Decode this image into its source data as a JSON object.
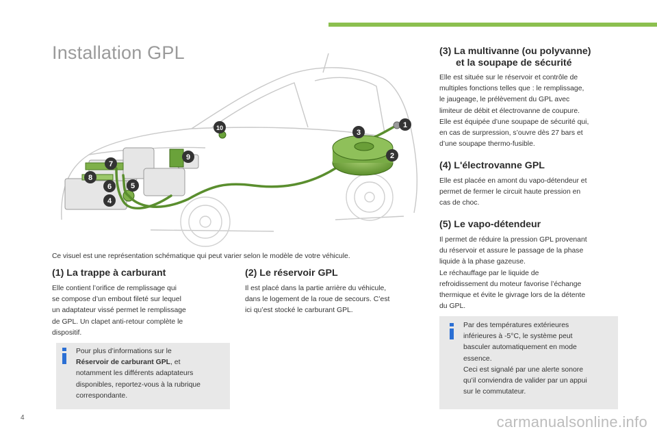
{
  "colors": {
    "accent": "#8cc04f",
    "pipe": "#5a8e2e",
    "badge": "#333333",
    "info_blue": "#2b6fd4",
    "box_bg": "#e8e8e8"
  },
  "page": {
    "title": "Installation GPL",
    "number": "4",
    "watermark": "carmanualsonline.info"
  },
  "illustration": {
    "badges": [
      "1",
      "2",
      "3",
      "4",
      "5",
      "6",
      "7",
      "8",
      "9",
      "10"
    ]
  },
  "caption": "Ce visuel est une représentation schématique qui peut varier selon le modèle de votre véhicule.",
  "sections": {
    "s1": {
      "heading": "(1) La trappe à carburant",
      "lines": [
        "Elle contient l’orifice de remplissage qui",
        "se compose d’un embout fileté sur lequel",
        "un adaptateur vissé permet le remplissage",
        "de GPL. Un clapet anti-retour complète le",
        "dispositif."
      ]
    },
    "s2": {
      "heading": "(2) Le réservoir GPL",
      "lines": [
        "Il est placé dans la partie arrière du véhicule,",
        "dans le logement de la roue de secours. C’est",
        "ici qu’est stocké le carburant GPL."
      ]
    },
    "s3": {
      "heading_line1": "(3) La multivanne (ou polyvanne)",
      "heading_line2": "et la soupape de sécurité",
      "lines": [
        "Elle est située sur le réservoir et contrôle de",
        "multiples fonctions telles que : le remplissage,",
        "le jaugeage, le prélèvement du GPL avec",
        "limiteur de débit et électrovanne de coupure.",
        "Elle est équipée d’une soupape de sécurité qui,",
        "en cas de surpression, s’ouvre dès 27 bars et",
        "d’une soupape thermo-fusible."
      ]
    },
    "s4": {
      "heading": "(4) L'électrovanne GPL",
      "lines": [
        "Elle est placée en amont du vapo-détendeur et",
        "permet de fermer le circuit haute pression en",
        "cas de choc."
      ]
    },
    "s5": {
      "heading": "(5) Le vapo-détendeur",
      "lines": [
        "Il permet de réduire la pression GPL provenant",
        "du réservoir et assure le passage de la phase",
        "liquide à la phase gazeuse.",
        "Le réchauffage par le liquide de",
        "refroidissement du moteur favorise l’échange",
        "thermique et évite le givrage lors de la détente",
        "du GPL."
      ]
    }
  },
  "info_left": {
    "line1": "Pour plus d’informations sur le",
    "line2_bold": "Réservoir de carburant GPL",
    "line2_rest": ", et",
    "lines": [
      "notamment les différents adaptateurs",
      "disponibles, reportez-vous à la rubrique",
      "correspondante."
    ]
  },
  "info_right": {
    "lines": [
      "Par des températures extérieures",
      "inférieures à -5°C, le système peut",
      "basculer automatiquement en mode",
      "essence.",
      "Ceci est signalé par une alerte sonore",
      "qu’il conviendra de valider par un appui",
      "sur le commutateur."
    ]
  }
}
